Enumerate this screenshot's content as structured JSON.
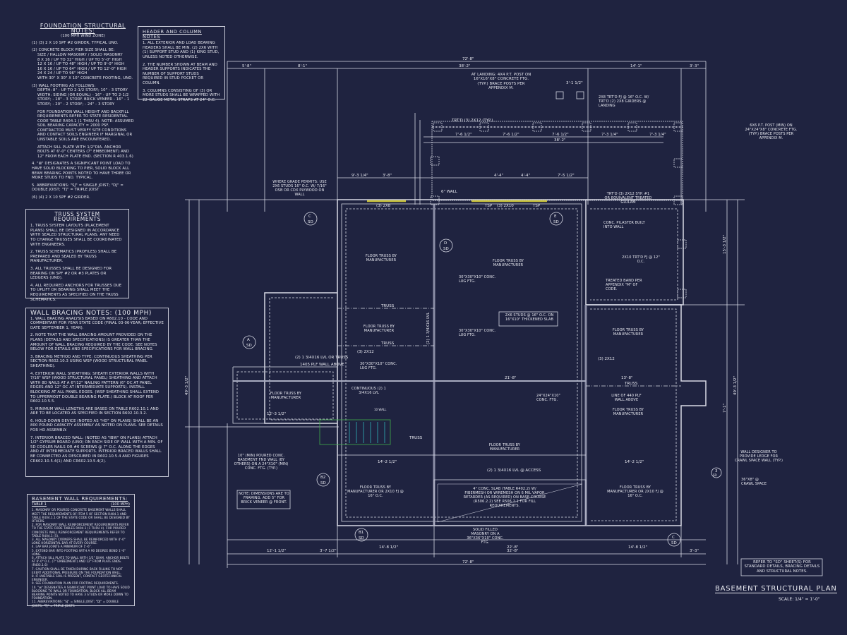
{
  "foundation_notes": {
    "title": "Foundation Structural Notes:",
    "subtitle": "(100 MPH Wind Zone)",
    "items": [
      "(1) (3) 2 x 10 SPF #2 Girder, Typical UNO.",
      "(2) Concrete block pier size shall be:",
      "Size / Hallow Masonry / Solid Masonry",
      "8 x 16 / Up to 32\" High / Up to 5'-0\" High",
      "12 x 16 / Up to 48\" High / Up to 9'-0\" High",
      "16 x 16 / Up to 64\" High / Up to 12'-0\" High",
      "24 x 24 / Up to 96\" High",
      "With 30\" x 30\" x 10\" concrete footing, UNO.",
      "(3) Wall footing as follows:",
      "Depth: 8\" - Up to 2-1/2 story; 10\" - 3 story",
      "Width: Siding (or equal) - 16\" - up to 2-1/2 story; - 18\" - 3 story. Brick veneer - 16\" - 1 story; - 20\" - 2 story; - 24\" - 3 story",
      "For foundation wall height and backfill requirements refer to state residential code table R404.1 (1 thru 4). Note: assumed soil bearing capacity = 2000 PSF. Contractor must verify site conditions and contact soils engineer if marginal or unstable soils are encountered.",
      "Attach sill plate with 1/2\"dia. anchor bolts at 6'-0\" centers (7\" embedment) and 12\" from each plate end. (Section R 403.1.6)",
      "4. \"⊠\" designates a significant point load to have solid blocking to pier, solid block all beam bearing points noted to have three or more studs to fnd. typical.",
      "5. Abbreviations: \"SJ\" = Single Joist; \"DJ\" = Double Joist; \"TJ\" = Triple Joist",
      "(6) (4) 2 x 10 SPF #2 Girder."
    ]
  },
  "header_notes": {
    "title": "Header and Column Notes",
    "items": [
      "1. All exterior and load bearing headers shall be min. (2) 2x6 with (1) support stud and (1) king stud, unless noted otherwise.",
      "2. The number shown at beam and header supports indicates the number of support studs required in stud pocket or column.",
      "3. Columns consisting of (3) or more studs shall be wrapped with 22-gauge metal straps at 24\" o.c."
    ]
  },
  "truss_notes": {
    "title": "Truss System Requirements",
    "items": [
      "1. Truss system layouts (placement plans) shall be designed in accordance with sealed structural plans. Any need to change trusses shall be coordinated with engineers.",
      "2. Truss schematics (profiles) shall be prepared and sealed by truss manufacturer.",
      "3. All trusses shall be designed for bearing on SPF #2 or #3 plates or ledgers (UNO).",
      "4. All required anchors for trusses due to uplift or bearing shall meet the requirements as specified on the truss schematics."
    ]
  },
  "bracing_notes": {
    "title": "Wall Bracing Notes: (100 MPH)",
    "items": [
      "1. Wall bracing analysis based on R602.10 - Code and commentary for year state code (final 03-06-year; effective date September 1, year).",
      "2. Note that the wall bracing amount provided on the plans (details and specifications) is greater than the amount of wall bracing required by the code. See notes below for details and specifications for wall bracing.",
      "3. Bracing method and type: continuous sheathing per section R602.10.3 using WSP (wood structural panel sheathing).",
      "4. Exterior wall sheathing: sheath exterior walls with 7/16\" WSP (wood structural panel) sheathing and attach with 8d nails at a 6\"/12\" nailing pattern (6\" OC at panel edges and 12\" OC at intermediate supports). Install blocking at all panel edges. (WSP sheathing shall extend to uppermost double bearing plate.) Block at roof per R602.10.5.5.",
      "5. Minimum wall lengths are based on table R602.10.1 and are to be located as specified in section R602.10.3.2.",
      "6. Hold-down device (noted as \"HD\" on plans) shall be an 800 pound capacity assembly as noted on plans. See details for HD assembly.",
      "7. Interior braced wall: (noted as \"IBW\" on plans) attach 1/2\" gypsum board (UNO) on each side of wall with a min. of 5d cooler nails or #6 screws @ 7\" o.c. along the edges and at intermediate supports. Interior braced walls shall be connected as described in R602.10.5.4 and figures CR602.10.5.4(1) and CR602.10.5.4(2)."
    ]
  },
  "basement_notes": {
    "title": "Basement Wall Requirements:",
    "table": "Table 1",
    "wind": "(100 MPH)",
    "items": [
      "1. Masonry or poured concrete basement walls shall meet the requirements of item 5 of section R404.1 and table R404.1.1 of the state code or shall be designed by others.",
      "2. For masonry wall reinforcement requirements refer to the state code tables R404.1 (1 thru 4). For poured concrete wall reinforcement requirements refer to table R404.1 (5).",
      "3. All masonry corners shall be reinforced with 4'-0\" long horizontal bar at every course.",
      "4. Lap bar joints a minimum of 1'-6\".",
      "5. Extend bar into footing with a 90 degree bend 1'-0\" long.",
      "6. Attach sill plate to wall with 1/2\" diam. anchor bolts at 6'-0\" o.c. (7\" embedment) and 12\" from plate ends. (R403.1.6)",
      "7. Caution shall be taken during back filling to not exert additional pressure on the foundation wall.",
      "8. If unstable soil is present, contact geotechnical engineer.",
      "9. See foundation plan for footing requirements.",
      "10. \"⊠\" designates a significant point load to have solid blocking to wall or foundation. Block all beam bearing points noted to have 3 studs or more down to foundation.",
      "11. Abbreviations: \"SJ\" = Single Joist; \"DJ\" = Double Joists; \"TJ\" = Triple Joists"
    ]
  },
  "plan": {
    "dims": {
      "overall_top": "72'-8\"",
      "top_a": "5'-8\"",
      "top_b": "8'-1\"",
      "top_c": "38'-2\"",
      "top_d": "14'-1\"",
      "top_e": "3'-3\"",
      "porch_1": "7'-6 1/2\"",
      "porch_2": "7'-6 1/2\"",
      "porch_3": "7'-6 1/2\"",
      "porch_4": "7'-3 1/4\"",
      "porch_5": "7'-3 1/4\"",
      "porch_total": "38'-2\"",
      "landing": "3'-1 1/2\"",
      "mid_1": "9'-3 1/4\"",
      "mid_2": "3'-8\"",
      "mid_3": "4'-4\"",
      "mid_4": "4'-4\"",
      "mid_5": "7'-5 1/2\"",
      "left_h": "49'-3 1/2\"",
      "right_h": "49'-3 1/2\"",
      "right_1": "15'-3 1/2\"",
      "right_2": "7'-1\"",
      "bot_1": "12'-1 1/2\"",
      "bot_2": "3'-7 1/2\"",
      "bot_3": "14'-8 1/2\"",
      "bot_4": "32'-8\"",
      "bot_5": "14'-8 1/2\"",
      "bot_6": "3'-3\"",
      "bot_total": "72'-8\"",
      "mid_w": "21'-8\"",
      "inner_1": "14'-2 1/2\"",
      "inner_2": "14'-2 1/2\"",
      "inner_3": "22'-8\"",
      "inner_4": "13'-8\"",
      "inner_5": "12'-3 1/2\""
    },
    "labels": {
      "landing": "At landing: 4x4 P.T. post on 16\"x16\"x8\" concrete ftg. (typ.) brace posts per appendix M.",
      "landing_fj": "2x8 TRT'D FJ @ 16\" o.c. w/ TRT'D (2) 2x8 girders @ landing",
      "trtd_typ": "TRT'D (3) 2x12 (typ.)",
      "post_right": "6x6 P.T. post (min) on 24\"x24\"x8\" concrete ftg. (typ.) brace posts per appendix M.",
      "grade": "Where grade permits: use 2x6 studs 16\" o.c. w/ 7/16\" OSB or CDX plywood on wall",
      "wall6": "6\" wall",
      "beam_2x8": "(3) 2x8",
      "beam_2x10": "(3) 2x10",
      "tsp1": "TSP",
      "tsp2": "TSP",
      "trtd_syp": "TRT'D (3) 2x12 SYP. #1",
      "glulam": "or equivalent treated glulam",
      "pilaster": "Conc. pilaster built into wall",
      "fj_right": "2x10 TRT'D FJ @ 12\" o.c.",
      "band": "Treated band per appendix \"M\" of code.",
      "ft_left": "Floor truss by manufacturer",
      "ft_main": "Floor truss by manufacturer",
      "ftg1": "30\"x30\"x10\" conc. lug ftg.",
      "ftg2": "30\"x30\"x10\" conc. lug ftg.",
      "ftg3": "30\"x30\"x10\" conc. lug ftg.",
      "truss1": "Truss",
      "truss2": "Truss",
      "truss3": "Truss",
      "truss4": "Truss",
      "ft_left2": "Floor truss by manufacturer",
      "lvl_left": "(2) 1 3/4x16 LVL or truss",
      "plf": "1405 PLF wall above",
      "lvl_vert": "(2) 1 3/4x16 LVL",
      "b2x12": "(3) 2x12",
      "b2x12r": "(3) 2x12",
      "studs_slab": "2x6 studs @ 16\" o.c. on 16\"x10\" thickened slab",
      "ft_right": "Floor truss by manufacturer",
      "continuous": "Continuous (2) 1 3/4x16 LVL",
      "ft_left3": "Floor truss by manufacturer",
      "ftg24": "24\"x24\"x10\" conc. ftg.",
      "line440": "Line of 440 PLF wall above",
      "ft_right2": "Floor truss by manufacturer",
      "wall10": "10 wall",
      "ft_mid": "Floor truss by manufacturer",
      "lvl_access": "(2) 1 3/4x16 LVL @ access",
      "poured": "10\" (min) poured conc. basement fnd wall (by others) on a 24\"x10\" (min) conc. ftg. (typ.)",
      "note_brick": "Note: dimensions are to framing. Add 5\" for brick veneer @ front.",
      "ft_bl": "Floor truss by manufacturer or 2x10 FJ @ 16\" o.c.",
      "slab": "4\" conc. slab (table R402.2) w/ fibermesh or wiremesh on 6 mil vapor retarder (as required) on base course (R506.2.2) see R506.2.1 for fill requirements.",
      "ft_br": "Floor truss by manufacturer or 2x10 FJ @ 16\" o.c.",
      "masonry": "Solid filled masonry on a 36\"x36\"x10\" conc. ftg.",
      "crawl_designer": "Wall designer to provide ledge for crawl space wall (typ.)",
      "crawl": "36\"x8\" @ crawl space"
    },
    "sections": [
      {
        "id": "C",
        "sheet": "SD"
      },
      {
        "id": "D",
        "sheet": "SD"
      },
      {
        "id": "E",
        "sheet": "SD"
      },
      {
        "id": "A",
        "sheet": "SD"
      },
      {
        "id": "B2",
        "sheet": "SD"
      },
      {
        "id": "B1",
        "sheet": "SD"
      },
      {
        "id": "C",
        "sheet": "SD"
      },
      {
        "id": "3",
        "sheet": "SD"
      }
    ]
  },
  "refer_note": "Refer to \"SD\" sheet(s) for standard details, bracing details and structural notes.",
  "title": "Basement Structural Plan",
  "scale": "Scale: 1/4\" = 1'-0\"",
  "colors": {
    "background": "#1f2340",
    "lines": "#d8dae6",
    "beam": "#c8c23a",
    "stair": "#2fb3b8",
    "stair_green": "#3fae4a"
  }
}
